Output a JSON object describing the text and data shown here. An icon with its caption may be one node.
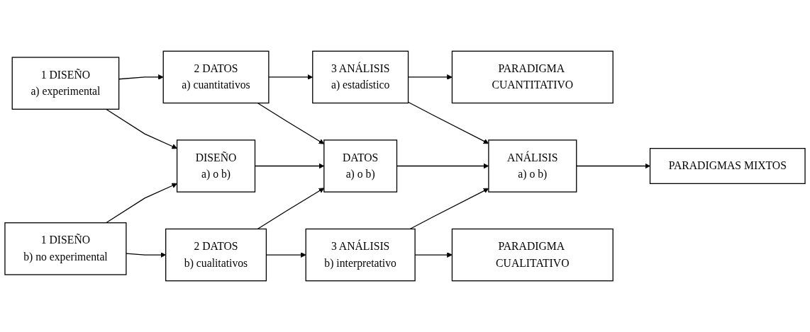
{
  "diagram": {
    "nodes": [
      {
        "text": [
          "1 DISEÑO",
          "a) experimental"
        ]
      },
      {
        "text": [
          "2 DATOS",
          "a) cuantitativos"
        ]
      },
      {
        "text": [
          "3 ANÁLISIS",
          "a) estadístico"
        ]
      },
      {
        "text": [
          "PARADIGMA CUANTITATIVO"
        ]
      },
      {
        "text": [
          "DISEÑO",
          "a) o b)"
        ]
      },
      {
        "text": [
          "DATOS",
          "a) o b)"
        ]
      },
      {
        "text": [
          "ANÁLISIS",
          "a) o b)"
        ]
      },
      {
        "text": [
          "PARADIGMAS MIXTOS"
        ]
      },
      {
        "text": [
          "1 DISEÑO",
          "b) no experimental"
        ]
      },
      {
        "text": [
          "2 DATOS",
          "b) cualitativos"
        ]
      },
      {
        "text": [
          "3 ANÁLISIS",
          "b) interpretativo"
        ]
      },
      {
        "text": [
          "PARADIGMA CUALITATIVO"
        ]
      }
    ],
    "edges": [
      {
        "from": 0,
        "to": 1,
        "arrow": "to"
      },
      {
        "from": 1,
        "to": 2,
        "arrow": "to"
      },
      {
        "from": 2,
        "to": 3,
        "arrow": "to"
      },
      {
        "from": 0,
        "to": 4,
        "arrow": "to"
      },
      {
        "from": 1,
        "to": 5,
        "arrow": "to"
      },
      {
        "from": 2,
        "to": 6,
        "arrow": "to"
      },
      {
        "from": 4,
        "to": 5,
        "arrow": "to"
      },
      {
        "from": 5,
        "to": 6,
        "arrow": "to"
      },
      {
        "from": 6,
        "to": 7,
        "arrow": "to"
      },
      {
        "from": 8,
        "to": 4,
        "arrow": "to"
      },
      {
        "from": 9,
        "to": 5,
        "arrow": "to"
      },
      {
        "from": 10,
        "to": 6,
        "arrow": "to"
      },
      {
        "from": 8,
        "to": 9,
        "arrow": "to"
      },
      {
        "from": 9,
        "to": 10,
        "arrow": "to"
      },
      {
        "from": 10,
        "to": 11,
        "arrow": "to"
      }
    ]
  }
}
